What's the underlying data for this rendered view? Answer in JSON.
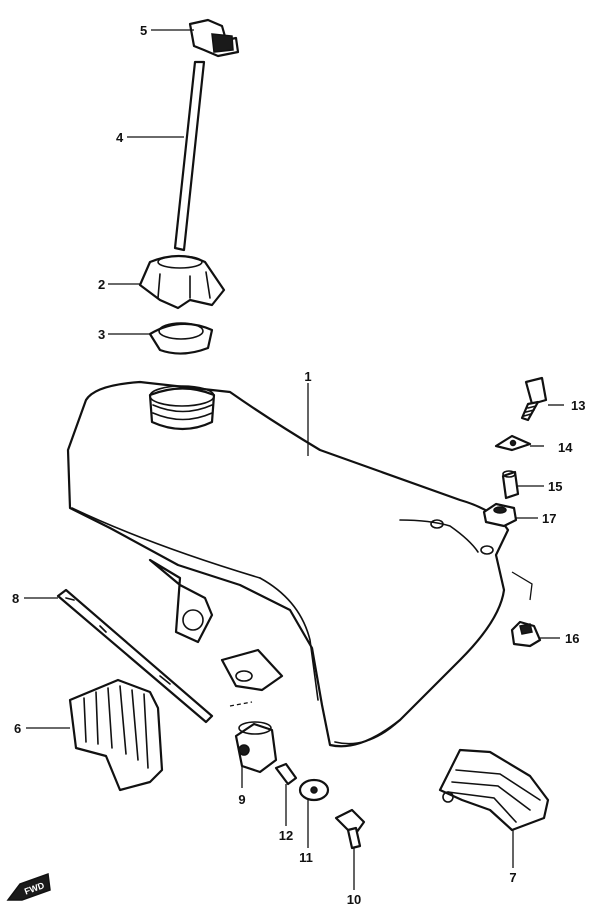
{
  "diagram": {
    "callouts": [
      "1",
      "2",
      "3",
      "4",
      "5",
      "6",
      "7",
      "8",
      "9",
      "10",
      "11",
      "12",
      "13",
      "14",
      "15",
      "16",
      "17"
    ],
    "fwd_marker": "FWD"
  }
}
